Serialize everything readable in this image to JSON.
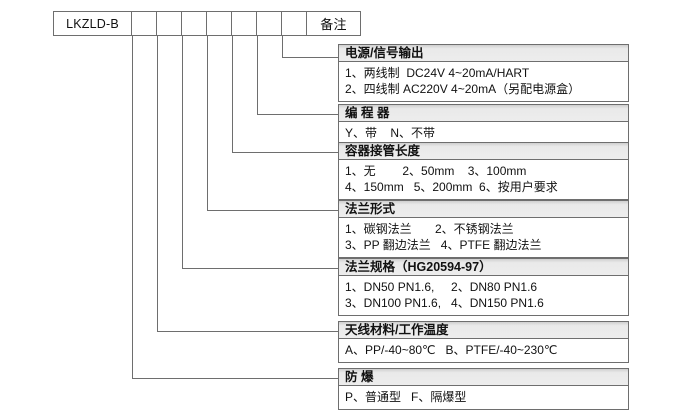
{
  "code_table": {
    "model_label": "LKZLD-B",
    "slot_count": 7,
    "note_label": "备注"
  },
  "blocks": [
    {
      "name": "power-signal-output",
      "title": "电源/信号输出",
      "rows": [
        "1、两线制  DC24V 4~20mA/HART",
        "2、四线制 AC220V 4~20mA（另配电源盒）"
      ]
    },
    {
      "name": "programmer",
      "title": "编 程 器",
      "rows": [
        "Y、带    N、不带"
      ]
    },
    {
      "name": "vessel-nozzle-length",
      "title": "容器接管长度",
      "rows": [
        "1、无        2、50mm    3、100mm",
        "4、150mm   5、200mm  6、按用户要求"
      ]
    },
    {
      "name": "flange-type",
      "title": "法兰形式",
      "rows": [
        "1、碳钢法兰       2、不锈钢法兰",
        "3、PP 翻边法兰   4、PTFE 翻边法兰"
      ]
    },
    {
      "name": "flange-spec",
      "title": "法兰规格（HG20594-97）",
      "rows": [
        "1、DN50 PN1.6,     2、DN80 PN1.6",
        "3、DN100 PN1.6,   4、DN150 PN1.6"
      ]
    },
    {
      "name": "antenna-material-temperature",
      "title": "天线材料/工作温度",
      "rows": [
        "A、PP/-40~80℃   B、PTFE/-40~230℃"
      ]
    },
    {
      "name": "explosion-proof",
      "title": "防    爆",
      "rows": [
        "P、普通型   F、隔爆型"
      ]
    }
  ],
  "colors": {
    "line": "#6e6e6e",
    "header_bg": "#ededed",
    "text": "#111111",
    "background": "#ffffff"
  }
}
